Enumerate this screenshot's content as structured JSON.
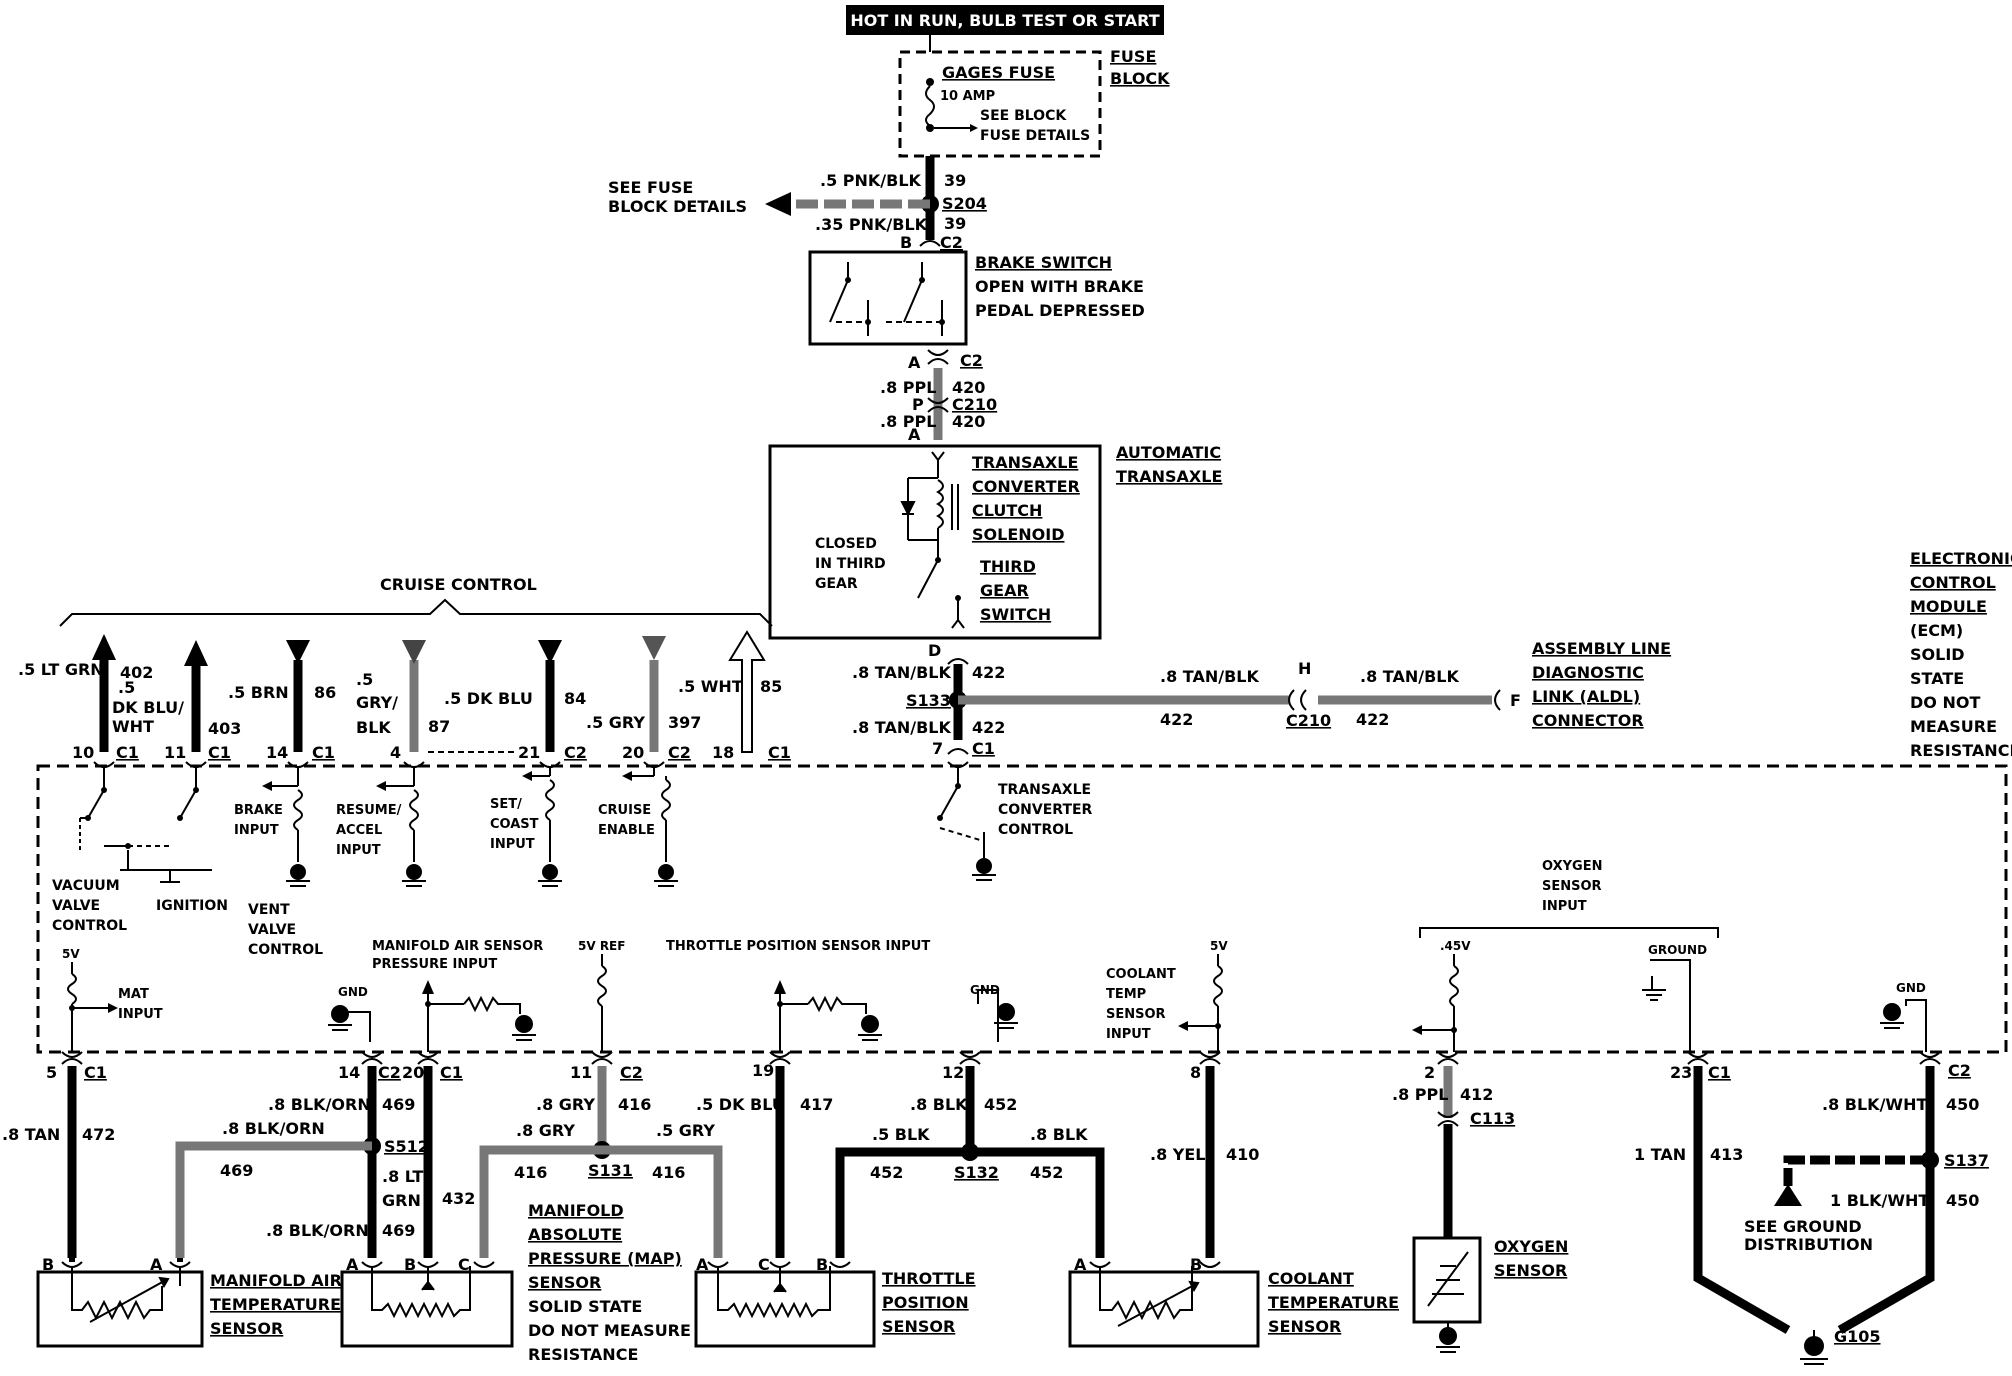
{
  "header": {
    "power_note": "HOT IN RUN, BULB TEST OR START"
  },
  "fuse": {
    "fuse_name": "GAGES FUSE",
    "amp": "10 AMP",
    "see1": "SEE BLOCK",
    "see2": "FUSE DETAILS",
    "block1": "FUSE",
    "block2": "BLOCK"
  },
  "fuse_details": {
    "l1": "SEE FUSE",
    "l2": "BLOCK DETAILS"
  },
  "top_wires": {
    "w1": ".5 PNK/BLK",
    "c1": "39",
    "splice": "S204",
    "w2": ".35 PNK/BLK",
    "c2": "39",
    "pinB": "B",
    "connC2a": "C2"
  },
  "brake_switch": {
    "l1": "BRAKE SWITCH",
    "l2": "OPEN WITH BRAKE",
    "l3": "PEDAL DEPRESSED"
  },
  "mid_wires": {
    "pinA": "A",
    "connC2b": "C2",
    "w1": ".8 PPL",
    "c1": "420",
    "pinP": "P",
    "connC210": "C210",
    "w2": ".8 PPL",
    "c2": "420",
    "pinA2": "A"
  },
  "transaxle": {
    "auto1": "AUTOMATIC",
    "auto2": "TRANSAXLE",
    "sol1": "TRANSAXLE",
    "sol2": "CONVERTER",
    "sol3": "CLUTCH",
    "sol4": "SOLENOID",
    "closed1": "CLOSED",
    "closed2": "IN THIRD",
    "closed3": "GEAR",
    "sw1": "THIRD",
    "sw2": "GEAR",
    "sw3": "SWITCH",
    "pinD": "D"
  },
  "tan_wires": {
    "w1": ".8 TAN/BLK",
    "c1": "422",
    "splice": "S133",
    "w2": ".8 TAN/BLK",
    "c2": "422",
    "pin7": "7",
    "connC1": "C1",
    "w3": ".8 TAN/BLK",
    "c3": "422",
    "pinH": "H",
    "connC210": "C210",
    "w4": ".8 TAN/BLK",
    "c4": "422",
    "pinF": "F"
  },
  "aldl": {
    "l1": "ASSEMBLY LINE",
    "l2": "DIAGNOSTIC",
    "l3": "LINK (ALDL)",
    "l4": "CONNECTOR"
  },
  "ecm": {
    "l1": "ELECTRONIC",
    "l2": "CONTROL",
    "l3": "MODULE",
    "l4": "(ECM)",
    "l5": "SOLID",
    "l6": "STATE",
    "l7": "DO NOT",
    "l8": "MEASURE",
    "l9": "RESISTANCE"
  },
  "cruise": {
    "title": "CRUISE CONTROL",
    "wires": [
      {
        "color": ".5 LT GRN",
        "circuit": "402",
        "pin": "10",
        "conn": "C1"
      },
      {
        "color1": ".5",
        "color2": "DK BLU/",
        "color3": "WHT",
        "circuit": "403",
        "pin": "11",
        "conn": "C1"
      },
      {
        "color": ".5 BRN",
        "circuit": "86",
        "pin": "14",
        "conn": "C1"
      },
      {
        "color1": ".5",
        "color2": "GRY/",
        "color3": "BLK",
        "circuit": "87",
        "pin": "4"
      },
      {
        "color": ".5 DK BLU",
        "circuit": "84",
        "pin": "21",
        "conn": "C2"
      },
      {
        "color": ".5 GRY",
        "circuit": "397",
        "pin": "20",
        "conn": "C2"
      },
      {
        "color": ".5 WHT",
        "circuit": "85",
        "pin": "18",
        "conn": "C1"
      }
    ]
  },
  "ecm_internals": {
    "vacuum1": "VACUUM",
    "vacuum2": "VALVE",
    "vacuum3": "CONTROL",
    "ignition": "IGNITION",
    "vent1": "VENT",
    "vent2": "VALVE",
    "vent3": "CONTROL",
    "brake1": "BRAKE",
    "brake2": "INPUT",
    "resume1": "RESUME/",
    "resume2": "ACCEL",
    "resume3": "INPUT",
    "set1": "SET/",
    "set2": "COAST",
    "set3": "INPUT",
    "cruise1": "CRUISE",
    "cruise2": "ENABLE",
    "tcc1": "TRANSAXLE",
    "tcc2": "CONVERTER",
    "tcc3": "CONTROL",
    "oxy1": "OXYGEN",
    "oxy2": "SENSOR",
    "oxy3": "INPUT",
    "v5a": "5V",
    "mat1": "MAT",
    "mat2": "INPUT",
    "gnd1": "GND",
    "mas1": "MANIFOLD AIR SENSOR",
    "mas2": "PRESSURE INPUT",
    "ref5": "5V REF",
    "tps": "THROTTLE POSITION SENSOR INPUT",
    "gnd2": "GND",
    "cool1": "COOLANT",
    "cool2": "TEMP",
    "cool3": "SENSOR",
    "cool4": "INPUT",
    "v5b": "5V",
    "v45": ".45V",
    "ground": "GROUND",
    "gnd3": "GND"
  },
  "bottom": {
    "p5": "5",
    "c1a": "C1",
    "w472c": ".8 TAN",
    "n472": "472",
    "p14": "14",
    "c2a": "C2",
    "p20": "20",
    "c1b": "C1",
    "w469a": ".8 BLK/ORN",
    "n469a": "469",
    "w469b": ".8 BLK/ORN",
    "n469b": "469",
    "s512": "S512",
    "w432a": ".8 LT",
    "w432b": "GRN",
    "n432": "432",
    "w469c": ".8 BLK/ORN",
    "n469c": "469",
    "p11": "11",
    "c2b": "C2",
    "w416a": ".8 GRY",
    "n416a": "416",
    "w416b": ".8 GRY",
    "n416b": "416",
    "w416c": ".5 GRY",
    "n416c": "416",
    "s131": "S131",
    "p19": "19",
    "w417": ".5 DK BLU",
    "n417": "417",
    "p12": "12",
    "w452a": ".8 BLK",
    "n452a": "452",
    "w452b": ".5 BLK",
    "n452b": "452",
    "w452c": ".8 BLK",
    "n452c": "452",
    "s132": "S132",
    "p8": "8",
    "w410": ".8 YEL",
    "n410": "410",
    "p2": "2",
    "w412": ".8 PPL",
    "n412": "412",
    "c113": "C113",
    "p23": "23",
    "c1c": "C1",
    "w413": "1 TAN",
    "n413": "413",
    "c2c": "C2",
    "w450a": ".8 BLK/WHT",
    "n450a": "450",
    "s137": "S137",
    "w450b": "1 BLK/WHT",
    "n450b": "450",
    "grnd1": "SEE GROUND",
    "grnd2": "DISTRIBUTION",
    "g105": "G105"
  },
  "sensors": {
    "mat1": "MANIFOLD AIR",
    "mat2": "TEMPERATURE",
    "mat3": "SENSOR",
    "map1": "MANIFOLD",
    "map2": "ABSOLUTE",
    "map3": "PRESSURE (MAP)",
    "map4": "SENSOR",
    "map5": "SOLID STATE",
    "map6": "DO NOT MEASURE",
    "map7": "RESISTANCE",
    "tps1": "THROTTLE",
    "tps2": "POSITION",
    "tps3": "SENSOR",
    "cts1": "COOLANT",
    "cts2": "TEMPERATURE",
    "cts3": "SENSOR",
    "o21": "OXYGEN",
    "o22": "SENSOR",
    "pinA": "A",
    "pinB": "B",
    "pinC": "C"
  }
}
